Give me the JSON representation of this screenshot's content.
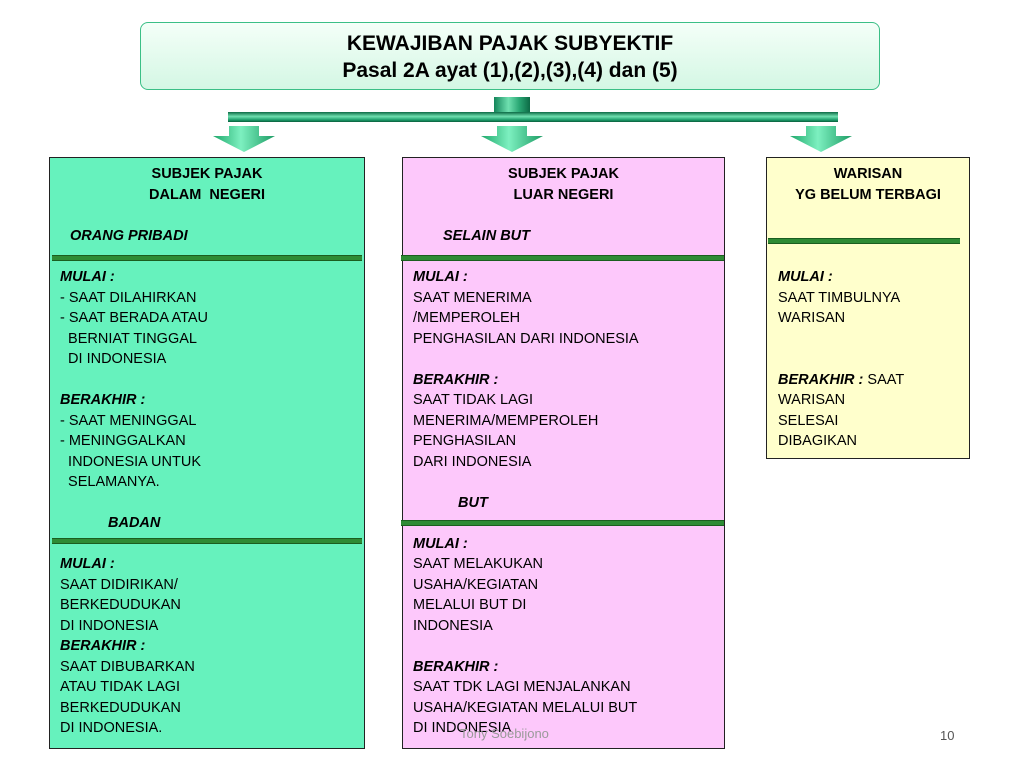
{
  "title": {
    "line1": "KEWAJIBAN PAJAK SUBYEKTIF",
    "line2": "Pasal 2A ayat (1),(2),(3),(4) dan (5)"
  },
  "colors": {
    "green_box": "#66f2bd",
    "pink_box": "#fdc8fb",
    "yellow_box": "#ffffcc",
    "divider": "#2e8b35",
    "arrow": "#2fd989"
  },
  "left_box": {
    "header1": "SUBJEK PAJAK",
    "header2": "DALAM  NEGERI",
    "orang_label": "ORANG PRIBADI",
    "orang_mulai_label": "MULAI :",
    "orang_mulai_lines": [
      "- SAAT DILAHIRKAN",
      "- SAAT BERADA ATAU",
      "  BERNIAT TINGGAL",
      "  DI INDONESIA"
    ],
    "orang_berakhir_label": "BERAKHIR :",
    "orang_berakhir_lines": [
      "- SAAT MENINGGAL",
      "- MENINGGALKAN",
      "  INDONESIA UNTUK",
      "  SELAMANYA."
    ],
    "badan_label": "BADAN",
    "badan_mulai_label": "MULAI :",
    "badan_mulai_lines": [
      "SAAT DIDIRIKAN/",
      "BERKEDUDUKAN",
      "DI INDONESIA"
    ],
    "badan_berakhir_label": "BERAKHIR :",
    "badan_berakhir_lines": [
      "SAAT DIBUBARKAN",
      "ATAU TIDAK LAGI",
      "BERKEDUDUKAN",
      "DI INDONESIA."
    ]
  },
  "middle_box": {
    "header1": "SUBJEK PAJAK",
    "header2": "LUAR NEGERI",
    "selain_label": "SELAIN BUT",
    "selain_mulai_label": "MULAI :",
    "selain_mulai_lines": [
      "SAAT MENERIMA",
      "/MEMPEROLEH",
      "PENGHASILAN DARI INDONESIA"
    ],
    "selain_berakhir_label": "BERAKHIR :",
    "selain_berakhir_lines": [
      "SAAT TIDAK LAGI",
      "MENERIMA/MEMPEROLEH",
      "PENGHASILAN",
      "DARI INDONESIA"
    ],
    "but_label": "BUT",
    "but_mulai_label": "MULAI :",
    "but_mulai_lines": [
      "SAAT MELAKUKAN",
      "USAHA/KEGIATAN",
      "MELALUI BUT DI",
      "INDONESIA"
    ],
    "but_berakhir_label": "BERAKHIR :",
    "but_berakhir_lines": [
      "SAAT TDK LAGI MENJALANKAN",
      "USAHA/KEGIATAN MELALUI BUT",
      "DI INDONESIA"
    ]
  },
  "right_box": {
    "header1": "WARISAN",
    "header2": "YG BELUM TERBAGI",
    "mulai_label": "MULAI :",
    "mulai_lines": [
      "SAAT TIMBULNYA",
      "WARISAN"
    ],
    "berakhir_label": "BERAKHIR :",
    "berakhir_inline": " SAAT",
    "berakhir_lines": [
      "WARISAN",
      "SELESAI",
      "DIBAGIKAN"
    ]
  },
  "footer": {
    "author": "Tony Soebijono",
    "page": "10"
  }
}
